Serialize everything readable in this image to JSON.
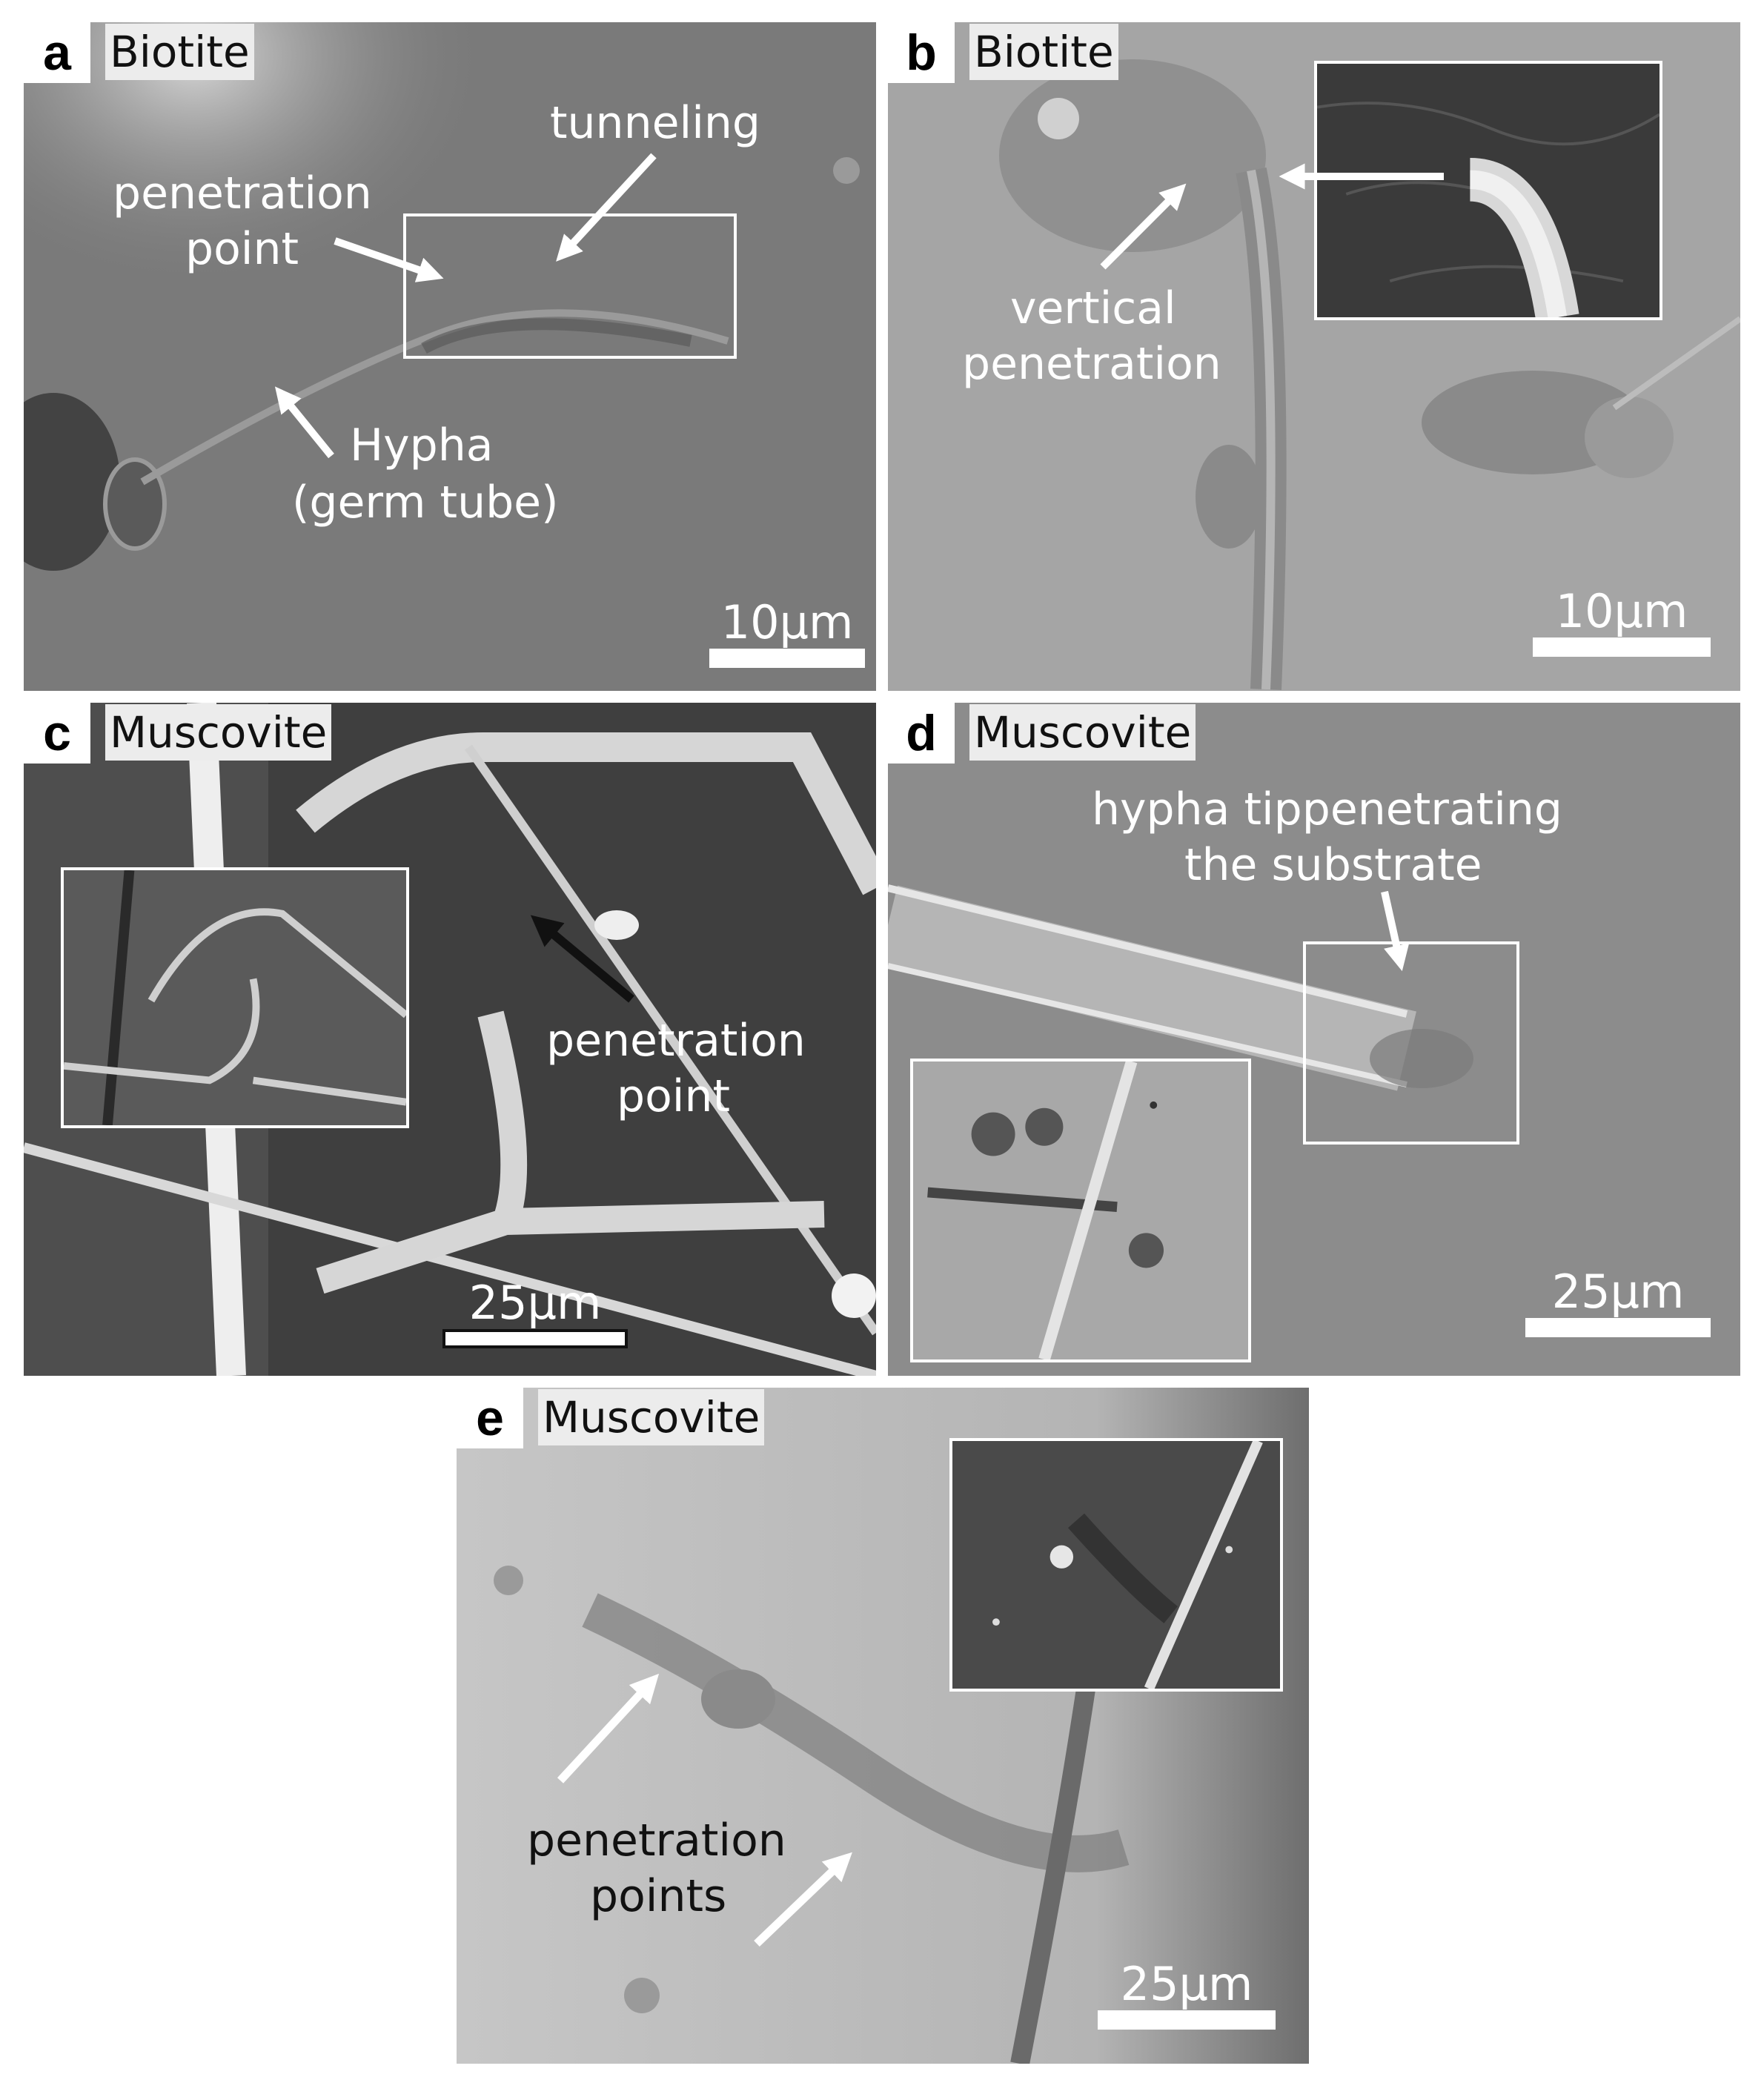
{
  "panels": {
    "a": {
      "letter": "a",
      "mineral": "Biotite",
      "scale_bar": "10μm",
      "labels": {
        "tunneling": "tunneling",
        "penetration_point_1": "penetration",
        "penetration_point_2": "point",
        "hypha_1": "Hypha",
        "hypha_2": "(germ tube)"
      }
    },
    "b": {
      "letter": "b",
      "mineral": "Biotite",
      "scale_bar": "10μm",
      "labels": {
        "vertical_1": "vertical",
        "vertical_2": "penetration"
      }
    },
    "c": {
      "letter": "c",
      "mineral": "Muscovite",
      "scale_bar": "25μm",
      "labels": {
        "penetration_1": "penetration",
        "penetration_2": "point"
      }
    },
    "d": {
      "letter": "d",
      "mineral": "Muscovite",
      "scale_bar": "25μm",
      "labels": {
        "hypha_tip_1": "hypha tippenetrating",
        "hypha_tip_2": "the substrate"
      }
    },
    "e": {
      "letter": "e",
      "mineral": "Muscovite",
      "scale_bar": "25μm",
      "labels": {
        "points_1": "penetration",
        "points_2": "points"
      }
    }
  },
  "colors": {
    "annotation": "#ffffff",
    "annotation_dark": "#111111"
  }
}
